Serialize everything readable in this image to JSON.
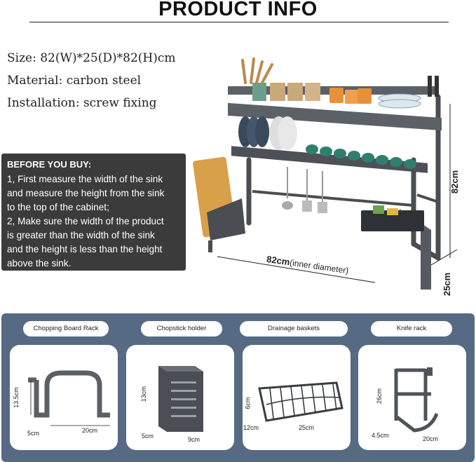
{
  "header": {
    "title": "PRODUCT INFO"
  },
  "specs": {
    "size": "Size: 82(W)*25(D)*82(H)cm",
    "material": "Material: carbon steel",
    "installation": "Installation: screw fixing"
  },
  "notice": {
    "title": "BEFORE YOU BUY:",
    "lines": [
      "1, First measure the width of the sink",
      "and measure the height from the sink",
      "to the top of the cabinet;",
      "2, Make sure the width of the product",
      "is greater than the width of the sink",
      "and the height is less than the height",
      "above the sink."
    ]
  },
  "main_dims": {
    "height": "82cm",
    "width": "82cm",
    "width_note": "(inner diameter)",
    "depth": "25cm"
  },
  "accessories": [
    {
      "label": "Chopping Board Rack",
      "dims": {
        "height": "13.5cm",
        "depth": "5cm",
        "width": "20cm"
      }
    },
    {
      "label": "Chopstick holder",
      "dims": {
        "height": "13cm",
        "depth": "5cm",
        "width": "9cm"
      }
    },
    {
      "label": "Drainage baskets",
      "dims": {
        "height": "6cm",
        "depth": "12cm",
        "width": "25cm"
      }
    },
    {
      "label": "Knife rack",
      "dims": {
        "height": "26cm",
        "depth": "4.5cm",
        "width": "20cm"
      }
    }
  ],
  "colors": {
    "panel": "#566a83",
    "notice_bg": "#3b3b3b",
    "rack_metal": "#4a4d52"
  }
}
